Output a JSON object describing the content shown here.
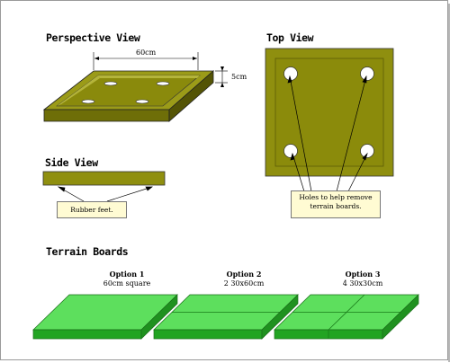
{
  "sections": {
    "perspective": {
      "title": "Perspective View",
      "width_label": "60cm",
      "height_label": "5cm"
    },
    "top": {
      "title": "Top View",
      "note_line1": "Holes to help remove",
      "note_line2": "terrain boards."
    },
    "side": {
      "title": "Side View",
      "note": "Rubber feet."
    },
    "terrain": {
      "title": "Terrain Boards",
      "options": [
        {
          "name": "Option 1",
          "desc": "60cm square"
        },
        {
          "name": "Option 2",
          "desc": "2 30x60cm"
        },
        {
          "name": "Option 3",
          "desc": "4 30x30cm"
        }
      ]
    }
  },
  "colors": {
    "olive": "#8f8f0f",
    "olive_light": "#a7a72d",
    "olive_dark": "#5d5d07",
    "board_top": "#5ddf5d",
    "board_side": "#2bb22b",
    "board_front": "#1f9a1f",
    "note_bg": "#fffbd3"
  }
}
